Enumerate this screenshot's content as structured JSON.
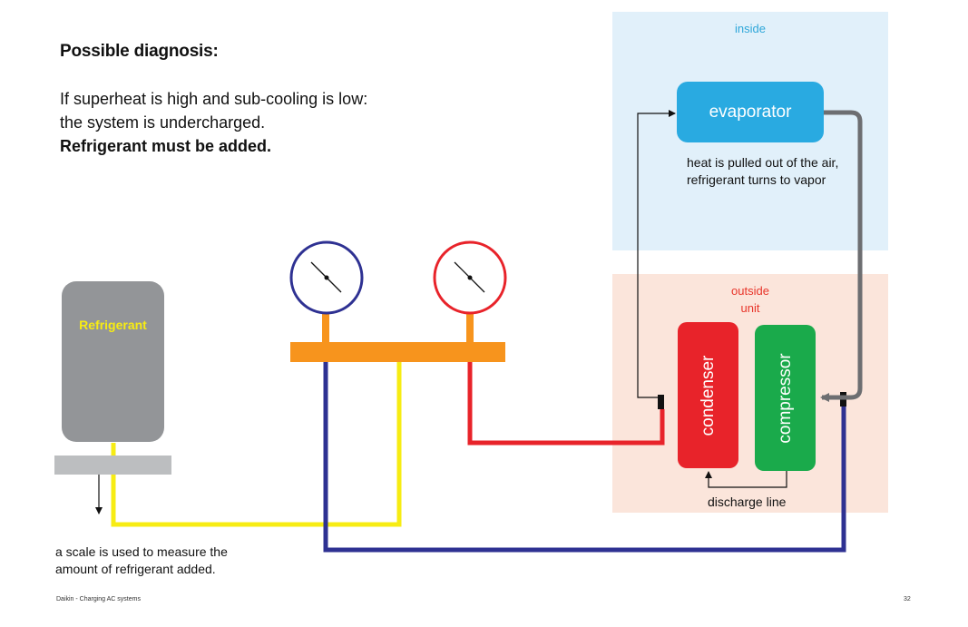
{
  "heading": "Possible diagnosis:",
  "body": {
    "line1": "If superheat is high and sub-cooling is low:",
    "line2": "the system is undercharged.",
    "line3": "Refrigerant must be added."
  },
  "zones": {
    "inside": "inside",
    "outside_line1": "outside",
    "outside_line2": "unit"
  },
  "components": {
    "evaporator": "evaporator",
    "condenser": "condenser",
    "compressor": "compressor",
    "tank": "Refrigerant"
  },
  "notes": {
    "evaporator_line1": "heat is pulled out of the air,",
    "evaporator_line2": "refrigerant turns to vapor",
    "discharge": "discharge line",
    "scale_line1": "a scale is used to measure the",
    "scale_line2": "amount of refrigerant added."
  },
  "footer": {
    "left": "Daikin  -  Charging AC systems",
    "page": "32"
  },
  "colors": {
    "low_side": "#2e3192",
    "high_side": "#e8232a",
    "charging_hose": "#f7ec13",
    "manifold": "#f7941d",
    "vapor_line": "#6d6e71",
    "evaporator": "#29aae1",
    "condenser": "#e8232a",
    "compressor": "#1aaa4b",
    "inside_zone": "#e1f0fa",
    "outside_zone": "#fbe5db"
  }
}
